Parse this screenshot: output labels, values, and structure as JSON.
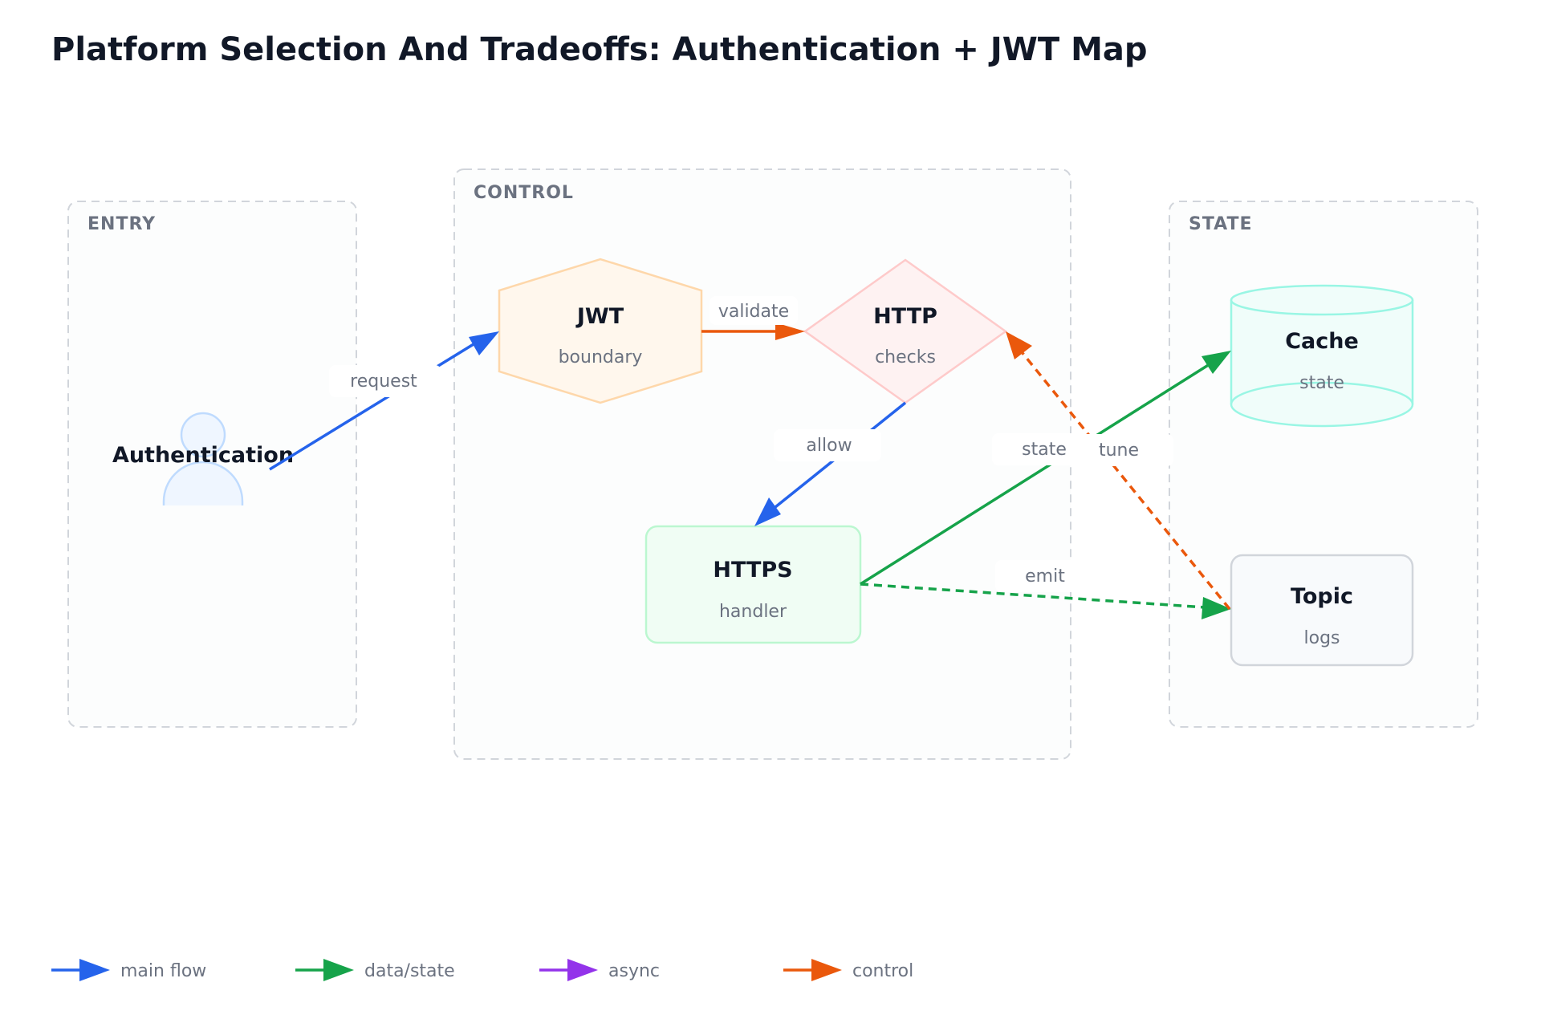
{
  "title": "Platform Selection And Tradeoffs: Authentication + JWT Map",
  "colors": {
    "blue": "#2563eb",
    "green": "#16a34a",
    "purple": "#9333ea",
    "orange": "#ea580c"
  },
  "groups": {
    "entry": {
      "label": "ENTRY"
    },
    "control": {
      "label": "CONTROL"
    },
    "state": {
      "label": "STATE"
    }
  },
  "nodes": {
    "authentication": {
      "title": "Authentication",
      "shape": "person"
    },
    "jwt": {
      "title": "JWT",
      "subtitle": "boundary",
      "shape": "hexagon"
    },
    "http": {
      "title": "HTTP",
      "subtitle": "checks",
      "shape": "diamond"
    },
    "https": {
      "title": "HTTPS",
      "subtitle": "handler",
      "shape": "rounded-rect"
    },
    "cache": {
      "title": "Cache",
      "subtitle": "state",
      "shape": "cylinder"
    },
    "topic": {
      "title": "Topic",
      "subtitle": "logs",
      "shape": "rounded-rect"
    }
  },
  "edges": {
    "request": {
      "label": "request",
      "from": "Authentication",
      "to": "JWT",
      "kind": "main flow"
    },
    "validate": {
      "label": "validate",
      "from": "JWT",
      "to": "HTTP",
      "kind": "control"
    },
    "allow": {
      "label": "allow",
      "from": "HTTP",
      "to": "HTTPS",
      "kind": "main flow"
    },
    "state": {
      "label": "state",
      "from": "HTTPS",
      "to": "Cache",
      "kind": "data/state"
    },
    "emit": {
      "label": "emit",
      "from": "HTTPS",
      "to": "Topic",
      "kind": "data/state",
      "dashed": true
    },
    "tune": {
      "label": "tune",
      "from": "Topic",
      "to": "HTTP",
      "kind": "control",
      "dashed": true
    }
  },
  "legend": {
    "main_flow": "main flow",
    "data_state": "data/state",
    "async": "async",
    "control": "control"
  }
}
